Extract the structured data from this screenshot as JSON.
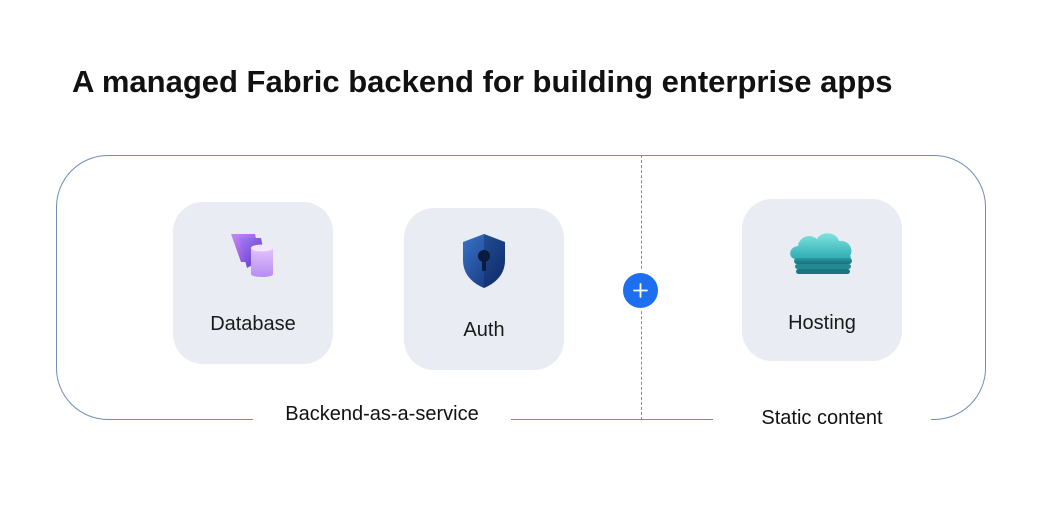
{
  "title": "A managed Fabric backend for building enterprise apps",
  "groups": {
    "backend": "Backend-as-a-service",
    "static": "Static content"
  },
  "cards": {
    "database": {
      "label": "Database",
      "icon": "database-icon"
    },
    "auth": {
      "label": "Auth",
      "icon": "shield-lock-icon"
    },
    "hosting": {
      "label": "Hosting",
      "icon": "cloud-icon"
    }
  },
  "connector": {
    "icon": "plus-icon",
    "color": "#1e6ff0"
  },
  "colors": {
    "border": "#6f8fb8",
    "card": "#e9ecf2",
    "accent": "#1e6ff0"
  }
}
